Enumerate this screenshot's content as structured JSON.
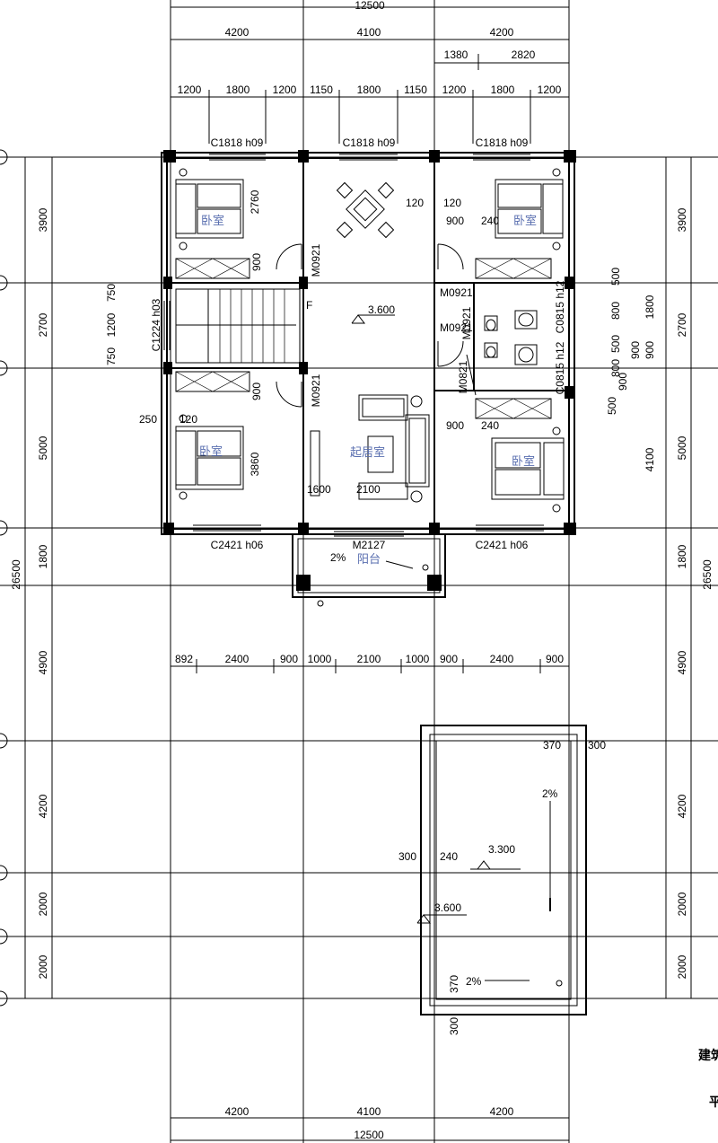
{
  "colors": {
    "ink": "#000000",
    "room_label": "#5a6fb0",
    "background": "#ffffff"
  },
  "dims": {
    "top_total": "12500",
    "top_level1": [
      "4200",
      "4100",
      "4200"
    ],
    "top_level2": [
      "1380",
      "2820"
    ],
    "top_level3": [
      "1200",
      "1800",
      "1200",
      "1150",
      "1800",
      "1150",
      "1200",
      "1800",
      "1200"
    ],
    "mid_row": [
      "892",
      "2400",
      "900",
      "1000",
      "2100",
      "1000",
      "900",
      "2400",
      "900"
    ],
    "bottom_level1": [
      "4200",
      "4100",
      "4200"
    ],
    "bottom_total": "12500",
    "left_axis": [
      "3900",
      "2700",
      "5000",
      "1800",
      "4900",
      "4200",
      "2000",
      "2000"
    ],
    "left_total": "26500",
    "right_axis": [
      "3900",
      "2700",
      "5000",
      "1800",
      "4900",
      "4200",
      "2000",
      "2000"
    ],
    "right_total": "26500",
    "left_window": [
      "750",
      "1200",
      "750"
    ],
    "right_inner": [
      "500",
      "800",
      "500",
      "800",
      "900",
      "500",
      "1800",
      "900",
      "900",
      "4100"
    ]
  },
  "windows": {
    "top_left": "C1818 h09",
    "top_mid": "C1818 h09",
    "top_right": "C1818 h09",
    "bottom_left": "C2421 h06",
    "bottom_right": "C2421 h06",
    "stair_window": "C1224 h03",
    "right_small_1": "C0815 h12",
    "right_small_2": "C0815 h12"
  },
  "doors": {
    "d1": "M0921",
    "d2": "M0921",
    "d3": "M0921",
    "d4": "M0921",
    "d5": "M0921",
    "d6": "M0821",
    "balcony": "M2127"
  },
  "rooms": {
    "bed_tl": "卧室",
    "bed_tr": "卧室",
    "bed_bl": "卧室",
    "bed_br": "卧室",
    "living": "起居室",
    "balcony": "阳台"
  },
  "inner_dims": {
    "d2760": "2760",
    "d3860": "3860",
    "d900a": "900",
    "d900b": "900",
    "d120a": "120",
    "d120b": "120",
    "d240a": "240",
    "d240b": "240",
    "d900c": "900",
    "d900d": "900",
    "d250": "250",
    "d120c": "120",
    "d1600": "1600",
    "d2100": "2100",
    "d1000": "1000"
  },
  "levels": {
    "floor": "3.600",
    "roof_low": "3.300",
    "roof_level": "3.600"
  },
  "roof": {
    "slope1": "2%",
    "slope2": "2%",
    "balcony_slope": "2%",
    "d370a": "370",
    "d300a": "300",
    "d300b": "300",
    "d240": "240",
    "d370b": "370",
    "d300c": "300"
  },
  "stair": {
    "up": "F"
  },
  "corner_text": {
    "c1": "建筑",
    "c2": "平"
  }
}
